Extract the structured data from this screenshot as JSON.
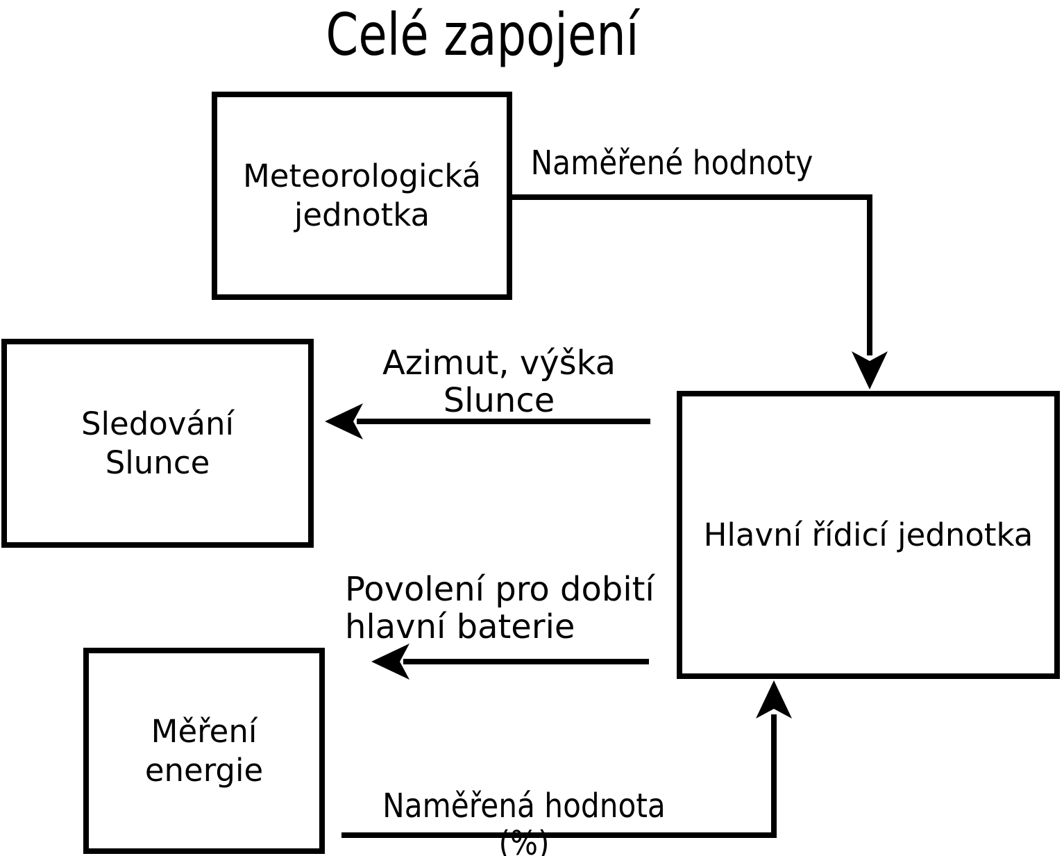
{
  "title": "Celé zapojení",
  "boxes": {
    "meteo": {
      "label": "Meteorologická\njednotka"
    },
    "sun_tracking": {
      "label": "Sledování\nSlunce"
    },
    "energy": {
      "label": "Měření\nenergie"
    },
    "main_control": {
      "label": "Hlavní řídicí jednotka"
    }
  },
  "arrows": {
    "measured_values": {
      "label": "Naměřené hodnoty",
      "from": "Meteorologická jednotka",
      "to": "Hlavní řídicí jednotka"
    },
    "azimuth": {
      "label": "Azimut, výška Slunce",
      "from": "Hlavní řídicí jednotka",
      "to": "Sledování Slunce"
    },
    "charge_permission": {
      "label": "Povolení pro dobití\nhlavní baterie",
      "from": "Hlavní řídicí jednotka",
      "to": "Měření energie"
    },
    "measured_percent": {
      "label": "Naměřená hodnota (%)",
      "from": "Měření energie",
      "to": "Hlavní řídicí jednotka"
    }
  },
  "colors": {
    "line": "#000000",
    "background": "#ffffff"
  }
}
